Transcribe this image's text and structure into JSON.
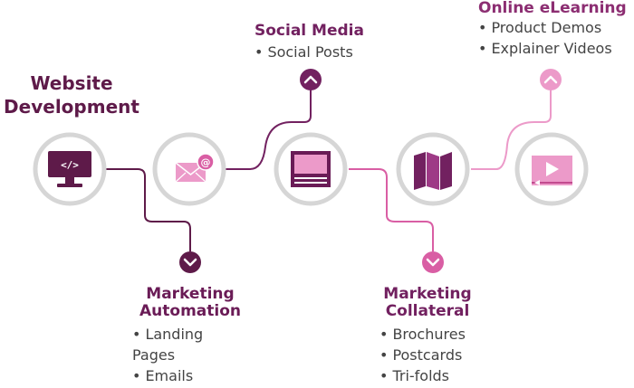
{
  "colors": {
    "ring": "#d6d6d6",
    "deep_plum": "#5e1a49",
    "plum": "#6a1b56",
    "magenta": "#8c2e72",
    "pink": "#d95ea4",
    "light_pink": "#ec9ac9",
    "text_gray": "#444444"
  },
  "icons": [
    "code-monitor-icon",
    "email-at-icon",
    "document-monitor-icon",
    "folded-map-icon",
    "video-player-icon",
    "chevron-down-icon",
    "chevron-up-icon"
  ],
  "stages": [
    {
      "title": "Website Development",
      "items": []
    },
    {
      "title": "Marketing Automation",
      "items": [
        "Landing Pages",
        "Emails"
      ]
    },
    {
      "title": "Social Media",
      "items": [
        "Social Posts"
      ]
    },
    {
      "title": "Marketing Collateral",
      "items": [
        "Brochures",
        "Postcards",
        "Tri-folds"
      ]
    },
    {
      "title": "Online eLearning",
      "items": [
        "Product Demos",
        "Explainer Videos"
      ]
    }
  ],
  "titles": {
    "website_1": "Website",
    "website_2": "Development",
    "automation_1": "Marketing",
    "automation_2": "Automation",
    "social": "Social Media",
    "collateral_1": "Marketing",
    "collateral_2": "Collateral",
    "elearning": "Online eLearning"
  },
  "icon_text": {
    "code_tag": "</>",
    "at_sign": "@"
  }
}
